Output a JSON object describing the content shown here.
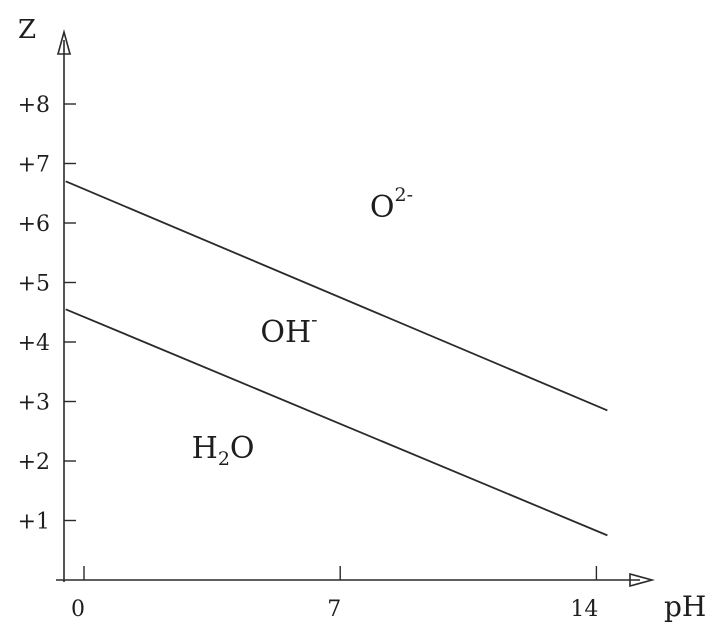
{
  "chart_data": {
    "type": "line",
    "xlabel": "pH",
    "ylabel": "Z",
    "x_ticks": [
      "0",
      "7",
      "14"
    ],
    "y_ticks": [
      "+1",
      "+2",
      "+3",
      "+4",
      "+5",
      "+6",
      "+7",
      "+8"
    ],
    "xlim": [
      -0.7,
      15.5
    ],
    "ylim": [
      0,
      9.3
    ],
    "series": [
      {
        "x": [
          -0.5,
          14.3
        ],
        "y": [
          4.55,
          0.75
        ]
      },
      {
        "x": [
          -0.5,
          14.3
        ],
        "y": [
          6.7,
          2.85
        ]
      }
    ],
    "regions": [
      {
        "label": "O",
        "sup": "2-",
        "x": 8.4,
        "y": 6.1
      },
      {
        "label": "OH",
        "sup": "-",
        "x": 5.6,
        "y": 4.0
      },
      {
        "label": "H",
        "sub": "2",
        "label_end": "O",
        "x": 3.8,
        "y": 2.05
      }
    ]
  }
}
